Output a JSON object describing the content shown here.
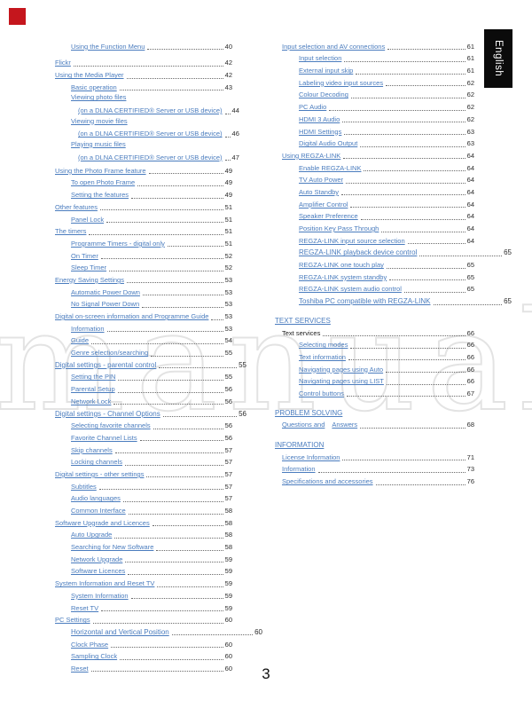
{
  "page": {
    "number": "3"
  },
  "language_tab": {
    "label": "English"
  },
  "watermark": {
    "outline_text": "manual",
    "solid_text": "i"
  },
  "colors": {
    "link_blue": "#4a7cbe",
    "tab_background": "#0b0b0b",
    "tab_text": "#ffffff",
    "watermark_gray": "#e3e3e3",
    "marker_red": "#c5161d"
  },
  "columns": [
    {
      "entries": [
        {
          "label": "Using the Function Menu",
          "page": "40",
          "level": 1
        },
        {
          "label": "Flickr",
          "page": "42",
          "level": 0,
          "gap": 5
        },
        {
          "label": "Using the Media Player",
          "page": "42",
          "level": 0
        },
        {
          "label": "Basic operation",
          "page": "43",
          "level": 1
        },
        {
          "label": "Viewing photo files",
          "label2": "(on a DLNA CERTIFIED® Server or USB device)",
          "page": "44",
          "level": 1
        },
        {
          "label": "Viewing movie files",
          "label2": "(on a DLNA CERTIFIED® Server or USB device)",
          "page": "46",
          "level": 1
        },
        {
          "label": "Playing music files",
          "label2": "(on a DLNA CERTIFIED® Server or USB device)",
          "page": "47",
          "level": 1
        },
        {
          "label": "Using the Photo Frame feature",
          "page": "49",
          "level": 0
        },
        {
          "label": "To open Photo Frame",
          "page": "49",
          "level": 1
        },
        {
          "label": "Setting the features",
          "page": "49",
          "level": 1
        },
        {
          "label": "Other features",
          "page": "51",
          "level": 0
        },
        {
          "label": "Panel Lock",
          "page": "51",
          "level": 1
        },
        {
          "label": "The timers",
          "page": "51",
          "level": 0
        },
        {
          "label": "Programme Timers - digital only",
          "page": "51",
          "level": 1
        },
        {
          "label": "On Timer",
          "page": "52",
          "level": 1
        },
        {
          "label": "Sleep Timer",
          "page": "52",
          "level": 1
        },
        {
          "label": "Energy Saving Settings",
          "page": "53",
          "level": 0
        },
        {
          "label": "Automatic Power Down",
          "page": "53",
          "level": 1
        },
        {
          "label": "No Signal Power Down",
          "page": "53",
          "level": 1
        },
        {
          "label": "Digital on-screen information and Programme Guide",
          "page": "53",
          "level": 0
        },
        {
          "label": "Information",
          "page": "53",
          "level": 1
        },
        {
          "label": "Guide",
          "page": "54",
          "level": 1
        },
        {
          "label": "Genre selection/searching",
          "page": "55",
          "level": 1
        },
        {
          "label": "Digital settings - parental control",
          "page": "55",
          "level": 0,
          "wide": true
        },
        {
          "label": "Setting the PIN",
          "page": "55",
          "level": 1
        },
        {
          "label": "Parental Setup",
          "page": "56",
          "level": 1
        },
        {
          "label": "Network Lock",
          "page": "56",
          "level": 1
        },
        {
          "label": "Digital settings - Channel Options",
          "page": "56",
          "level": 0,
          "wide": true
        },
        {
          "label": "Selecting favorite channels",
          "page": "56",
          "level": 1
        },
        {
          "label": "Favorite Channel Lists",
          "page": "56",
          "level": 1
        },
        {
          "label": "Skip channels",
          "page": "57",
          "level": 1
        },
        {
          "label": "Locking channels",
          "page": "57",
          "level": 1
        },
        {
          "label": "Digital settings - other settings",
          "page": "57",
          "level": 0
        },
        {
          "label": "Subtitles",
          "page": "57",
          "level": 1
        },
        {
          "label": "Audio languages",
          "page": "57",
          "level": 1
        },
        {
          "label": "Common Interface",
          "page": "58",
          "level": 1
        },
        {
          "label": "Software Upgrade and Licences",
          "page": "58",
          "level": 0
        },
        {
          "label": "Auto Upgrade",
          "page": "58",
          "level": 1
        },
        {
          "label": "Searching for New Software",
          "page": "58",
          "level": 1
        },
        {
          "label": "Network Upgrade",
          "page": "59",
          "level": 1
        },
        {
          "label": "Software Licences",
          "page": "59",
          "level": 1
        },
        {
          "label": "System Information and Reset TV",
          "page": "59",
          "level": 0
        },
        {
          "label": "System Information",
          "page": "59",
          "level": 1
        },
        {
          "label": "Reset TV",
          "page": "59",
          "level": 1
        },
        {
          "label": "PC Settings",
          "page": "60",
          "level": 0
        },
        {
          "label": "Horizontal and Vertical Position",
          "page": "60",
          "level": 1,
          "wide": true
        },
        {
          "label": "Clock Phase",
          "page": "60",
          "level": 1
        },
        {
          "label": "Sampling Clock",
          "page": "60",
          "level": 1
        },
        {
          "label": "Reset",
          "page": "60",
          "level": 1
        }
      ]
    },
    {
      "entries": [
        {
          "label": "Input selection and AV connections",
          "page": "61",
          "level": 0
        },
        {
          "label": "Input selection",
          "page": "61",
          "level": 1
        },
        {
          "label": "External input skip",
          "page": "61",
          "level": 1
        },
        {
          "label": "Labeling video input sources",
          "page": "62",
          "level": 1
        },
        {
          "label": "Colour Decoding",
          "page": "62",
          "level": 1
        },
        {
          "label": "PC Audio",
          "page": "62",
          "level": 1
        },
        {
          "label": "HDMI 3 Audio",
          "page": "62",
          "level": 1
        },
        {
          "label": "HDMI Settings",
          "page": "63",
          "level": 1
        },
        {
          "label": "Digital Audio Output",
          "page": "63",
          "level": 1
        },
        {
          "label": "Using REGZA-LINK",
          "page": "64",
          "level": 0
        },
        {
          "label": "Enable REGZA-LINK",
          "page": "64",
          "level": 1
        },
        {
          "label": "TV Auto Power",
          "page": "64",
          "level": 1
        },
        {
          "label": "Auto Standby",
          "page": "64",
          "level": 1
        },
        {
          "label": "Amplifier Control",
          "page": "64",
          "level": 1
        },
        {
          "label": "Speaker Preference",
          "page": "64",
          "level": 1
        },
        {
          "label": "Position Key Pass Through",
          "page": "64",
          "level": 1
        },
        {
          "label": "REGZA-LINK input source selection",
          "page": "64",
          "level": 1
        },
        {
          "label": "REGZA-LINK playback device control",
          "page": "65",
          "level": 1,
          "wide": true
        },
        {
          "label": "REGZA-LINK one touch play",
          "page": "65",
          "level": 1
        },
        {
          "label": "REGZA-LINK system standby",
          "page": "65",
          "level": 1
        },
        {
          "label": "REGZA-LINK system audio control",
          "page": "65",
          "level": 1
        },
        {
          "label": "Toshiba PC compatible with REGZA-LINK",
          "page": "65",
          "level": 1,
          "wide": true
        },
        {
          "label": "TEXT SERVICES",
          "level": "h",
          "style": "header",
          "gap": 8
        },
        {
          "label": "Text services",
          "page": "66",
          "level": 0,
          "style": "plain"
        },
        {
          "label": "Selecting modes",
          "page": "66",
          "level": 1
        },
        {
          "label": "Text information",
          "page": "66",
          "level": 1
        },
        {
          "label": "Navigating pages using Auto",
          "page": "66",
          "level": 1
        },
        {
          "label": "Navigating pages using LIST",
          "page": "66",
          "level": 1
        },
        {
          "label": "Control buttons",
          "page": "67",
          "level": 1
        },
        {
          "label": "PROBLEM SOLVING",
          "level": "h",
          "style": "header",
          "gap": 8
        },
        {
          "label": "Questions and",
          "suffix": "Answers",
          "page": "68",
          "level": 0
        },
        {
          "label": "INFORMATION",
          "level": "h",
          "style": "header",
          "gap": 9
        },
        {
          "label": "License Information",
          "page": "71",
          "level": 0
        },
        {
          "label": "Information",
          "page": "73",
          "level": 0
        },
        {
          "label": "Specifications and accessories",
          "page": "76",
          "level": 0
        }
      ]
    }
  ]
}
